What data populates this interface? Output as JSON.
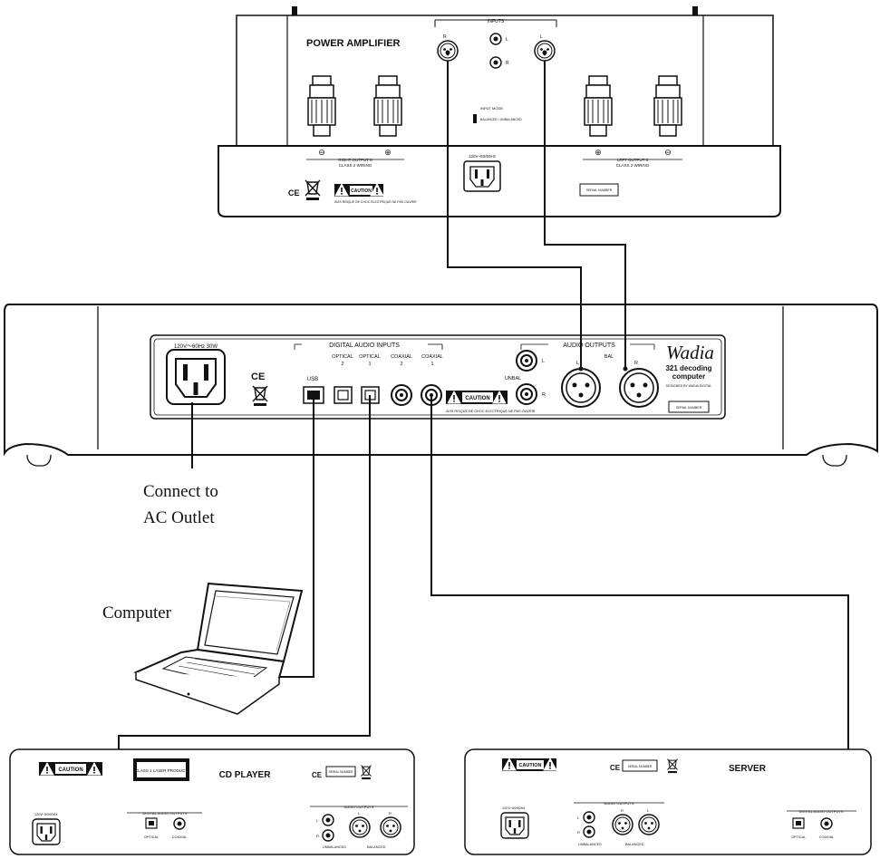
{
  "power_amplifier": {
    "title": "POWER AMPLIFIER",
    "inputs_label": "INPUTS",
    "input_mode_label": "INPUT MODE",
    "input_mode_options": "BALANCED / UNBALANCED",
    "right_output_label": "RIGHT OUTPUT 8",
    "left_output_label": "LEFT OUTPUT 8",
    "class_wiring_label": "CLASS 2 WIRING",
    "ac_label": "120V~50/60Hz",
    "serial_label": "SERIAL NUMBER",
    "caution_label": "CAUTION",
    "warning_text": "AVIS RISQUE DE CHOC ELECTRIQUE NE PAS OUVRIR",
    "ce_mark": "CE",
    "polarity_minus": "⊖",
    "polarity_plus": "⊕",
    "xlr_right": "R",
    "xlr_left": "L",
    "rca_left": "L",
    "rca_right": "R"
  },
  "dac": {
    "power_label": "120V〜60Hz 30W",
    "ce_mark": "CE",
    "digital_inputs_header": "DIGITAL AUDIO INPUTS",
    "usb_label": "USB",
    "optical2_label": "OPTICAL",
    "optical2_num": "2",
    "optical1_label": "OPTICAL",
    "optical1_num": "1",
    "coaxial2_label": "COAXIAL",
    "coaxial2_num": "2",
    "coaxial1_label": "COAXIAL",
    "coaxial1_num": "1",
    "caution_label": "CAUTION",
    "warning_text": "AVIS RISQUE DE CHOC ELECTRIQUE NE PAS OUVRIR",
    "audio_outputs_header": "AUDIO OUTPUTS",
    "unbal_label": "UNBAL",
    "bal_label": "BAL",
    "rca_l": "L",
    "rca_r": "R",
    "xlr_l": "L",
    "xlr_r": "R",
    "brand": "Wadia",
    "model_line1": "321 decoding",
    "model_line2": "computer",
    "maker_text": "DESIGNED BY WADIA DIGITAL",
    "serial_label": "SERIAL NUMBER"
  },
  "labels": {
    "ac_line1": "Connect to",
    "ac_line2": "AC Outlet",
    "computer": "Computer"
  },
  "cd_player": {
    "title": "CD  PLAYER",
    "caution_label": "CAUTION",
    "laser_label": "CLASS 1 LASER PRODUCT",
    "ce_mark": "CE",
    "serial_label": "SERIAL NUMBER",
    "digital_outputs_header": "DIGITAL AUDIO OUTPUTS",
    "optical_label": "OPTICAL",
    "coaxial_label": "COAXIAL",
    "analog_outputs_header": "AUDIO OUTPUTS",
    "unbalanced_label": "UNBALANCED",
    "balanced_label": "BALANCED",
    "ac_label": "120V~50/60Hz",
    "rca_l": "L",
    "rca_r": "R",
    "xlr_l": "L",
    "xlr_r": "R"
  },
  "server": {
    "title": "SERVER",
    "caution_label": "CAUTION",
    "ce_mark": "CE",
    "serial_label": "SERIAL NUMBER",
    "digital_outputs_header": "DIGITAL AUDIO OUTPUTS",
    "optical_label": "OPTICAL",
    "coaxial_label": "COAXIAL",
    "analog_outputs_header": "AUDIO OUTPUTS",
    "unbalanced_label": "UNBALANCED",
    "balanced_label": "BALANCED",
    "ac_label": "120V~50/60Hz",
    "rca_l": "L",
    "rca_r": "R",
    "xlr_l": "R",
    "xlr_r": "L"
  },
  "colors": {
    "line": "#111111",
    "panel_fill": "#ffffff"
  }
}
